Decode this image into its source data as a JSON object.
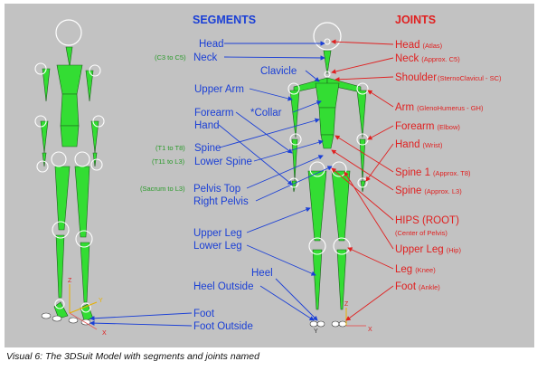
{
  "headers": {
    "segments": "SEGMENTS",
    "joints": "JOINTS"
  },
  "segments": {
    "head": "Head",
    "neck": "Neck",
    "neck_note": "(C3 to C5)",
    "clavicle": "Clavicle",
    "upper_arm": "Upper Arm",
    "forearm": "Forearm",
    "collar": "*Collar",
    "hand": "Hand",
    "spine": "Spine",
    "spine_note": "(T1 to T8)",
    "lower_spine": "Lower Spine",
    "lower_spine_note": "(T11 to L3)",
    "pelvis_top": "Pelvis Top",
    "pelvis_top_note": "(Sacrum to L3)",
    "right_pelvis": "Right Pelvis",
    "upper_leg": "Upper Leg",
    "lower_leg": "Lower Leg",
    "heel": "Heel",
    "heel_outside": "Heel Outside",
    "foot": "Foot",
    "foot_outside": "Foot Outside"
  },
  "joints": {
    "head": "Head",
    "head_note": "(Atlas)",
    "neck": "Neck",
    "neck_note": "(Approx. C5)",
    "shoulder": "Shoulder",
    "shoulder_note": "(SternoClavicul - SC)",
    "arm": "Arm",
    "arm_note": "(GlenoHumerus - GH)",
    "forearm": "Forearm",
    "forearm_note": "(Elbow)",
    "hand": "Hand",
    "hand_note": "(Wrist)",
    "spine1": "Spine 1",
    "spine1_note": "(Approx. T8)",
    "spine": "Spine",
    "spine_note": "(Approx. L3)",
    "hips": "HIPS (ROOT)",
    "hips_note": "(Center of Pelvis)",
    "upper_leg": "Upper Leg",
    "upper_leg_note": "(Hip)",
    "leg": "Leg",
    "leg_note": "(Knee)",
    "foot": "Foot",
    "foot_note": "(Ankle)"
  },
  "axes": {
    "x": "X",
    "y": "Y",
    "z": "Z"
  },
  "caption": "Visual 6: The 3DSuit Model with segments and joints named",
  "colors": {
    "segment_text": "#1a3fd6",
    "joint_text": "#e02020",
    "note_text": "#2a9a2a",
    "bone_fill": "#33dd33",
    "background": "#c2c2c2"
  }
}
